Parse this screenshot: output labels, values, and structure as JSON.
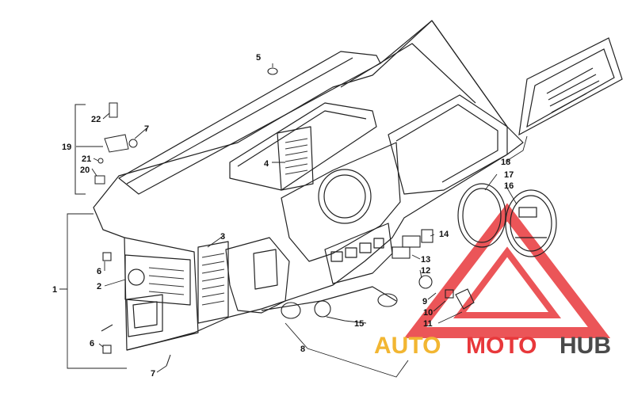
{
  "callouts": [
    {
      "label": "1"
    },
    {
      "label": "2"
    },
    {
      "label": "3"
    },
    {
      "label": "4"
    },
    {
      "label": "5"
    },
    {
      "label": "6"
    },
    {
      "label": "6"
    },
    {
      "label": "7"
    },
    {
      "label": "7"
    },
    {
      "label": "8"
    },
    {
      "label": "9"
    },
    {
      "label": "10"
    },
    {
      "label": "11"
    },
    {
      "label": "12"
    },
    {
      "label": "13"
    },
    {
      "label": "14"
    },
    {
      "label": "15"
    },
    {
      "label": "16"
    },
    {
      "label": "17"
    },
    {
      "label": "18"
    },
    {
      "label": "19"
    },
    {
      "label": "20"
    },
    {
      "label": "21"
    },
    {
      "label": "22"
    }
  ],
  "watermark": {
    "part1": "AUTO",
    "part2": "MOTO",
    "part3": "HUB",
    "colors": {
      "auto": "#f2b632",
      "moto": "#e8383b",
      "hub": "#4a4a4a",
      "triangle": "#e8383b"
    }
  }
}
